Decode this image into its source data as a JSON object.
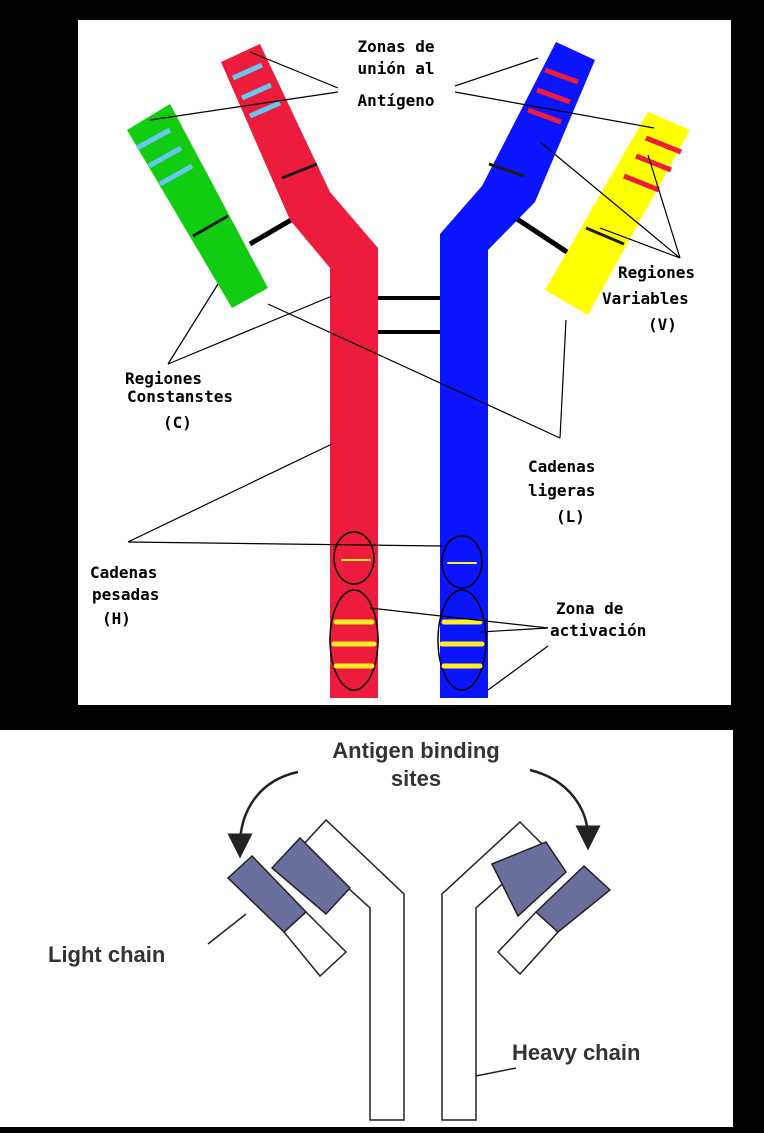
{
  "spanish_diagram": {
    "antigen_zone": [
      "Zonas de",
      "unión al",
      "Antígeno"
    ],
    "variable_regions": [
      "Regiones",
      "Variables",
      "(V)"
    ],
    "constant_regions": [
      "Regiones",
      "Constanstes",
      "(C)"
    ],
    "light_chains": [
      "Cadenas",
      "ligeras",
      "(L)"
    ],
    "heavy_chains": [
      "Cadenas",
      "pesadas",
      "(H)"
    ],
    "activation_zone": [
      "Zona de",
      "activación"
    ],
    "colors": {
      "heavy_left": "#ee1c3c",
      "heavy_right": "#0a14ff",
      "light_left": "#11cc11",
      "light_right": "#ffff00",
      "antigen_stripe_left": "#66c8f0",
      "antigen_stripe_right": "#ee1c3c",
      "activation_stripe": "#ffee22"
    }
  },
  "english_diagram": {
    "antigen_sites": [
      "Antigen binding",
      "sites"
    ],
    "light_chain": "Light chain",
    "heavy_chain": "Heavy chain",
    "colors": {
      "variable_region": "#6b6f9e"
    }
  }
}
